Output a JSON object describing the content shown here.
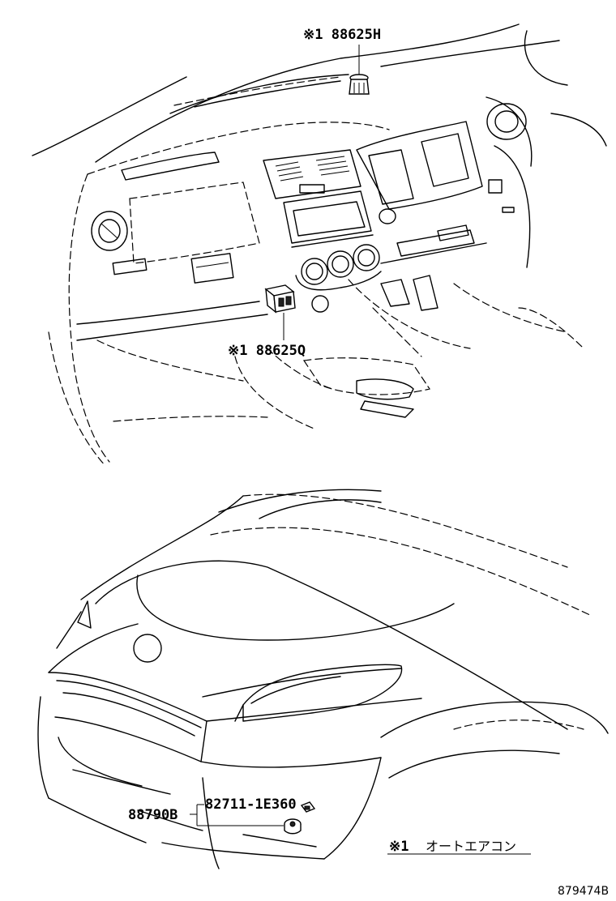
{
  "callouts": {
    "sensor_top": "※1 88625H",
    "sensor_dash": "※1 88625Q",
    "ambient_group": "88790B",
    "ambient_sensor": "82711-1E360"
  },
  "note": {
    "mark": "※1",
    "text": "オートエアコン"
  },
  "figure_id": "879474B"
}
